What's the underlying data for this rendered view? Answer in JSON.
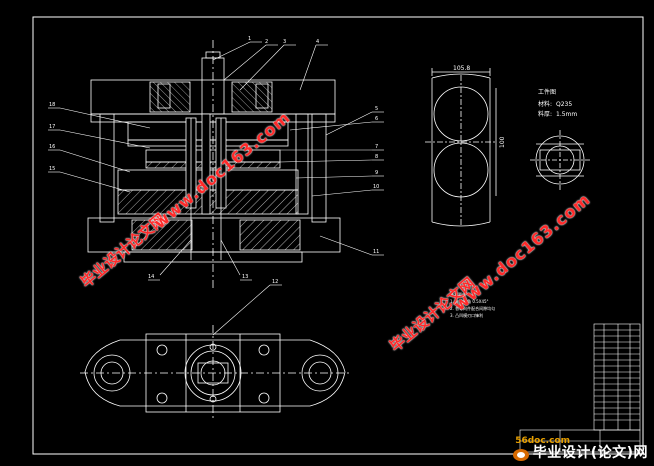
{
  "drawing": {
    "part_numbers_top": [
      "1",
      "2",
      "3",
      "4"
    ],
    "part_numbers_right": [
      "5",
      "6",
      "7",
      "8",
      "9",
      "10",
      "11"
    ],
    "part_numbers_left": [
      "18",
      "17",
      "16",
      "15"
    ],
    "part_numbers_bottom": [
      "14",
      "13",
      "12"
    ],
    "dim_width": "105.8",
    "dim_height": "100",
    "workpiece": {
      "title": "工件图",
      "material_label": "材料:",
      "material_value": "Q235",
      "thickness_label": "料厚:",
      "thickness_value": "1.5mm"
    },
    "notes": [
      "技术要求",
      "1. 未注倒角 0.5X45°",
      "2. 各导向件配合间隙均匀",
      "3. 凸凹模刃口锋利"
    ]
  },
  "watermarks": {
    "cn": "毕业设计论文网",
    "url": "www.doc163.com"
  },
  "brand": {
    "name": "毕业设计(论文)网",
    "site": "56doc.com"
  },
  "colors": {
    "background": "#000000",
    "line": "#ffffff",
    "watermark": "#ff2a2a"
  }
}
